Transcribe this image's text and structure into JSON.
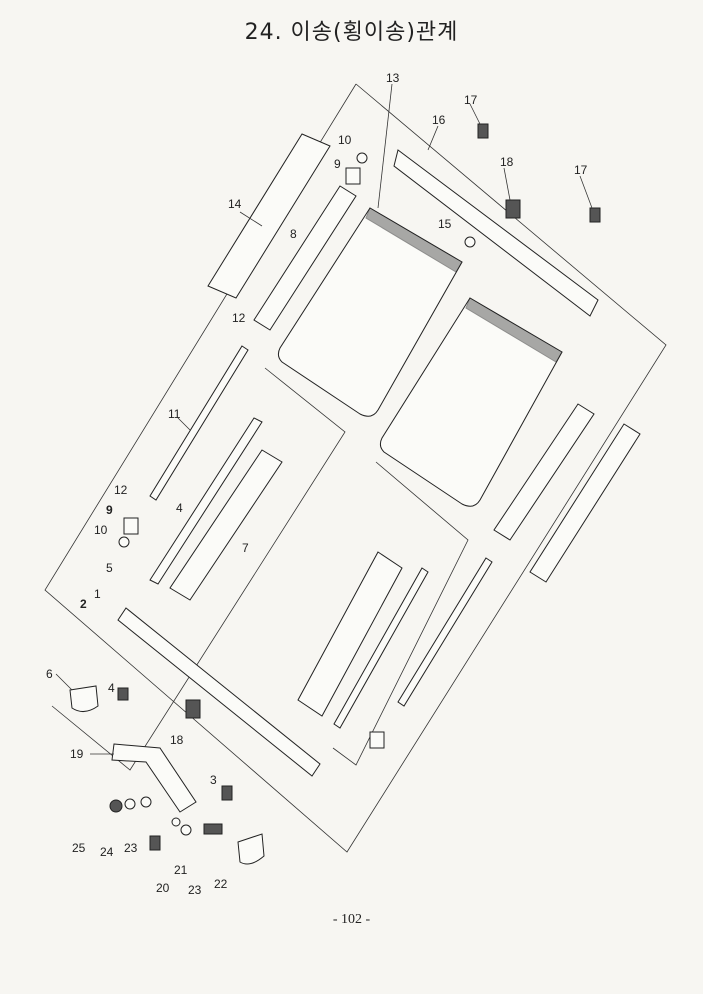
{
  "page": {
    "title": "24.  이송(횡이송)관계",
    "page_number": "- 102 -"
  },
  "labels": [
    "1",
    "2",
    "3",
    "4",
    "4",
    "5",
    "6",
    "7",
    "8",
    "9",
    "9",
    "10",
    "10",
    "11",
    "12",
    "12",
    "13",
    "14",
    "15",
    "16",
    "17",
    "17",
    "18",
    "18",
    "19",
    "20",
    "21",
    "22",
    "23",
    "23",
    "24",
    "25"
  ]
}
